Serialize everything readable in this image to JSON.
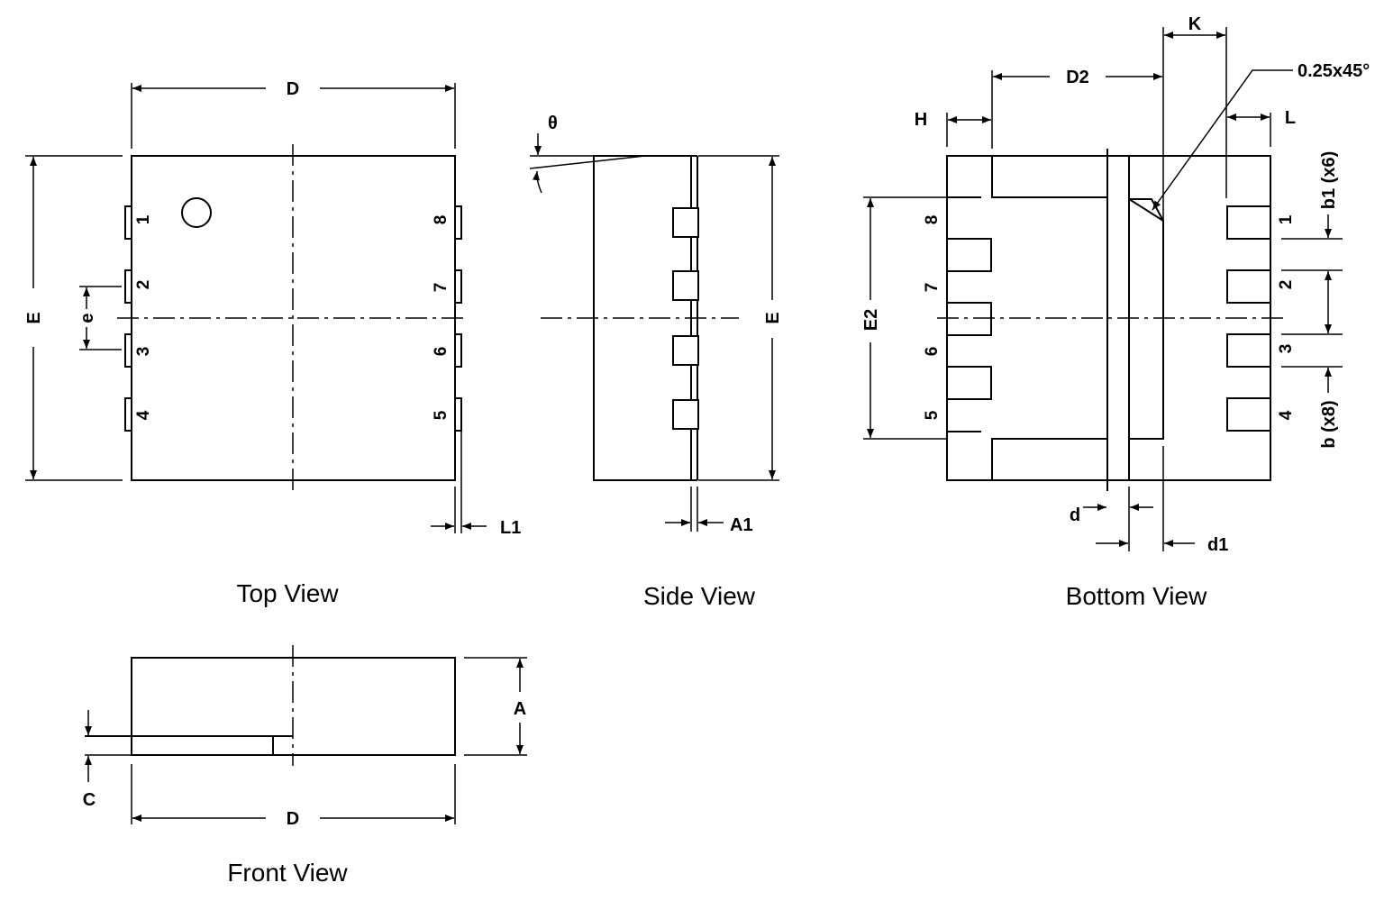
{
  "views": {
    "top": "Top View",
    "side": "Side View",
    "bottom": "Bottom View",
    "front": "Front View"
  },
  "dims": {
    "D": "D",
    "E": "E",
    "e": "e",
    "L1": "L1",
    "theta": "θ",
    "A1": "A1",
    "D2": "D2",
    "K": "K",
    "H": "H",
    "L": "L",
    "chamfer": "0.25x45°",
    "b1": "b1 (x6)",
    "b": "b (x8)",
    "E2": "E2",
    "d": "d",
    "d1": "d1",
    "A": "A",
    "C": "C"
  },
  "pins": {
    "p1": "1",
    "p2": "2",
    "p3": "3",
    "p4": "4",
    "p5": "5",
    "p6": "6",
    "p7": "7",
    "p8": "8"
  }
}
